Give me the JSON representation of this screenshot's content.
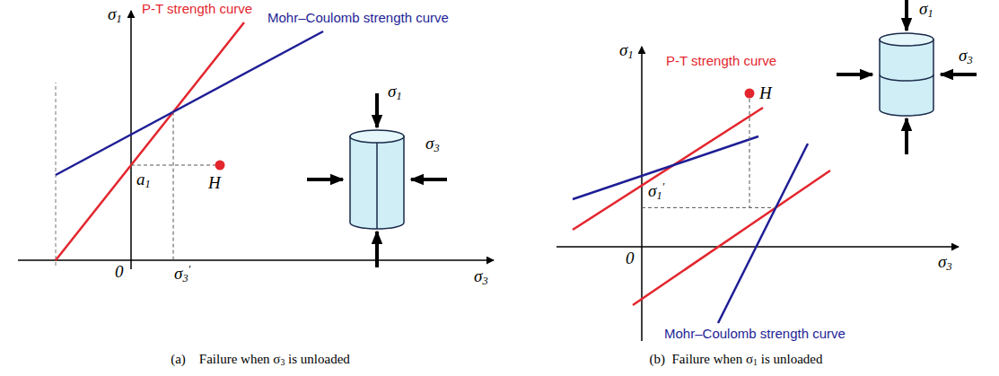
{
  "diagram": {
    "labels": [
      "P-T strength curve",
      "Mohr–Coulomb strength curve",
      "σ1",
      "σ1",
      "σ3",
      "a1",
      "H",
      "0",
      "σ3′",
      "σ3",
      "(a)    Failure when σ3 is unloaded",
      "P-T strength curve",
      "σ1",
      "H",
      "σ1",
      "σ3",
      "σ1′",
      "0",
      "σ3",
      "Mohr–Coulomb strength curve",
      "(b)  Failure when σ1 is unloaded"
    ]
  }
}
